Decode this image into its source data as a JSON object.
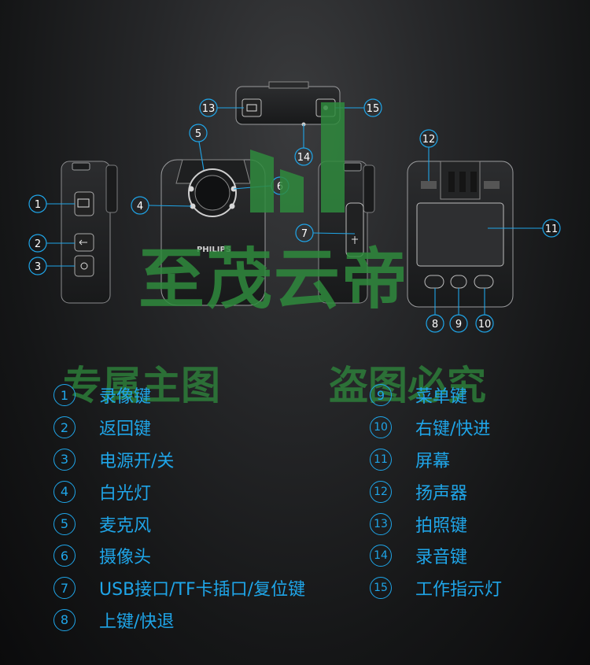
{
  "diagram": {
    "device_brand": "PHILIPS",
    "callouts": [
      "1",
      "2",
      "3",
      "4",
      "5",
      "6",
      "7",
      "8",
      "9",
      "10",
      "11",
      "12",
      "13",
      "14",
      "15"
    ]
  },
  "watermarks": {
    "big": "至茂云帝",
    "left": "专属主图",
    "right": "盗图必究"
  },
  "legend": {
    "left": [
      {
        "num": "1",
        "label": "录像键"
      },
      {
        "num": "2",
        "label": "返回键"
      },
      {
        "num": "3",
        "label": "电源开/关"
      },
      {
        "num": "4",
        "label": "白光灯"
      },
      {
        "num": "5",
        "label": "麦克风"
      },
      {
        "num": "6",
        "label": "摄像头"
      },
      {
        "num": "7",
        "label": "USB接口/TF卡插口/复位键"
      },
      {
        "num": "8",
        "label": "上键/快退"
      }
    ],
    "right": [
      {
        "num": "9",
        "label": "菜单键"
      },
      {
        "num": "10",
        "label": "右键/快进"
      },
      {
        "num": "11",
        "label": "屏幕"
      },
      {
        "num": "12",
        "label": "扬声器"
      },
      {
        "num": "13",
        "label": "拍照键"
      },
      {
        "num": "14",
        "label": "录音键"
      },
      {
        "num": "15",
        "label": "工作指示灯"
      }
    ]
  },
  "colors": {
    "accent": "#1fa5e8",
    "watermark": "#2f8a3d"
  }
}
